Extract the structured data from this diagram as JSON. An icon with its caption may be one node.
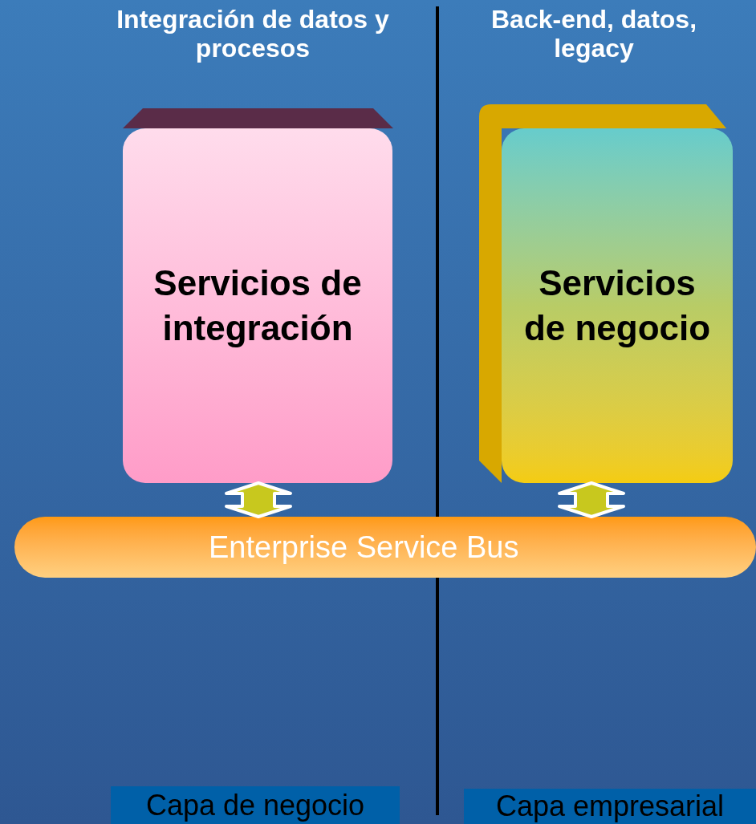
{
  "diagram": {
    "nodes": [
      {
        "text": [
          "Servicios de integración"
        ]
      },
      {
        "text": [
          "Servicios de negocio"
        ]
      },
      {
        "text": [
          "Enterprise Service Bus"
        ]
      },
      {
        "text": [
          "Capa de negocio"
        ]
      },
      {
        "text": [
          "Capa empresarial"
        ]
      }
    ],
    "edges": [
      {
        "from": 0,
        "to": 2,
        "arrow": "both"
      },
      {
        "from": 1,
        "to": 2,
        "arrow": "both"
      }
    ],
    "labels": [
      "Integración de datos y procesos",
      "Back-end, datos, legacy"
    ]
  }
}
